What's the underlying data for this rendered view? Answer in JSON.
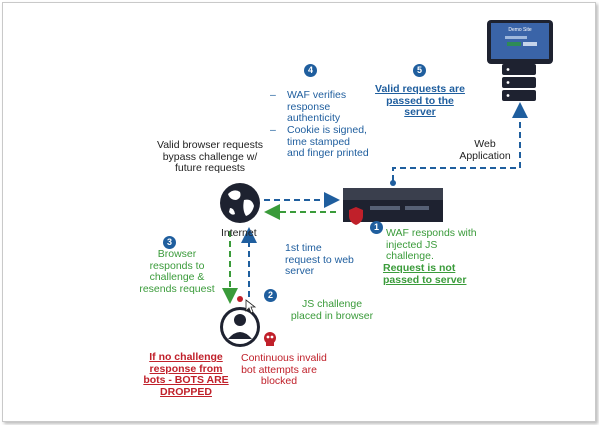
{
  "steps": [
    {
      "number": "1",
      "text": "WAF responds with\ninjected JS\nchallenge.",
      "emphasis": "Request is not\npassed to server"
    },
    {
      "number": "2",
      "text": "JS challenge\nplaced in browser"
    },
    {
      "number": "3",
      "text": "Browser\nresponds to\nchallenge &\nresends request"
    },
    {
      "number": "4",
      "items": [
        "WAF verifies\nresponse\nauthenticity",
        "Cookie is signed,\ntime stamped\nand finger printed"
      ]
    },
    {
      "number": "5",
      "emphasis": "Valid requests are\npassed to the\nserver"
    }
  ],
  "labels": {
    "bypass": "Valid browser requests\nbypass challenge w/\nfuture requests",
    "internet": "Internet",
    "first_time": "1st time\nrequest to web\nserver",
    "web_application": "Web\nApplication",
    "bots_dropped": "If no challenge\nresponse from\nbots - BOTS ARE\nDROPPED",
    "invalid_attempts": "Continuous invalid\nbot attempts are\nblocked",
    "demo_site": "Demo Site"
  },
  "list_dash": "–",
  "colors": {
    "blue": "#1f5e9e",
    "green": "#3a9b3a",
    "red": "#c0202a",
    "dark": "#222222",
    "device": "#1e2230"
  }
}
